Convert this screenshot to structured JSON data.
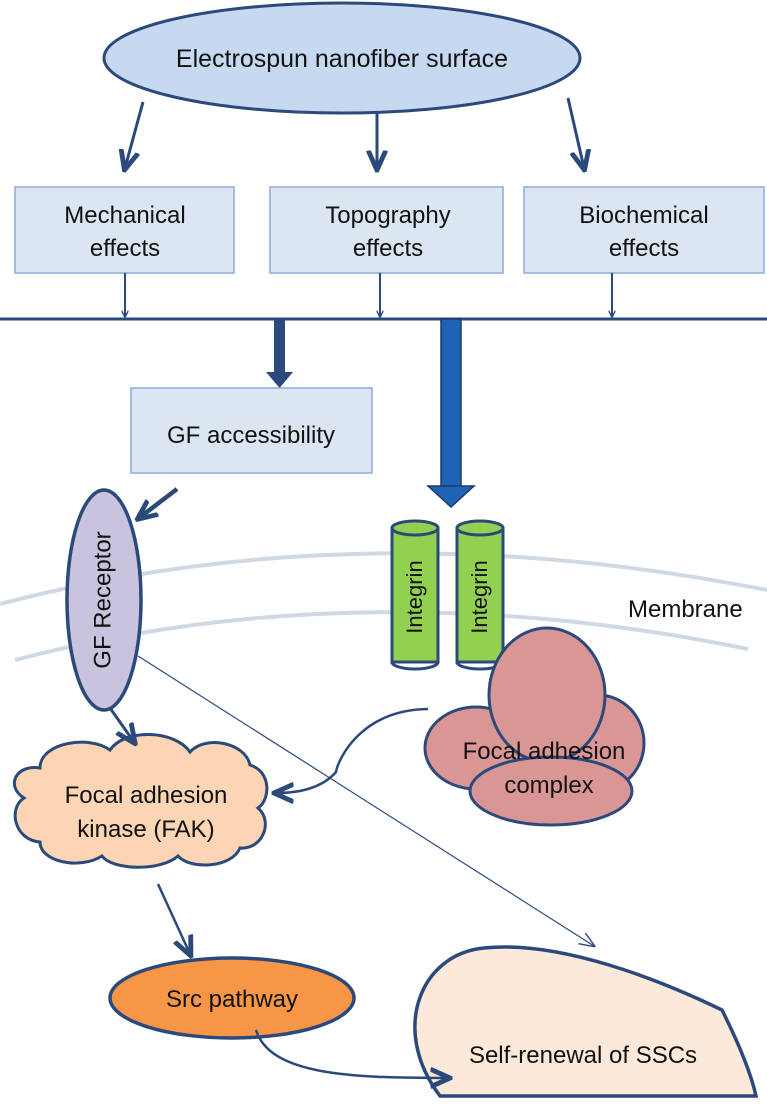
{
  "colors": {
    "arrow": "#2b4a7b",
    "top_ellipse_fill": "#c6d9f1",
    "effect_box_fill": "#dce6f2",
    "effect_box_stroke": "#8eaadb",
    "receptor_fill": "#c9c3dd",
    "integrin_fill": "#92d050",
    "fac_fill": "#d99694",
    "fak_fill": "#fcd5b5",
    "src_fill": "#f79646",
    "ssc_fill": "#fde9d9",
    "membrane": "#d0d8e4"
  },
  "nodes": {
    "source": "Electrospun nanofiber surface",
    "mechanical": [
      "Mechanical",
      "effects"
    ],
    "topography": [
      "Topography",
      "effects"
    ],
    "biochemical": [
      "Biochemical",
      "effects"
    ],
    "gf_accessibility": "GF accessibility",
    "gf_receptor": "GF Receptor",
    "integrin_1": "Integrin",
    "integrin_2": "Integrin",
    "membrane": "Membrane",
    "focal_adhesion_complex": [
      "Focal adhesion",
      "complex"
    ],
    "fak": [
      "Focal adhesion",
      "kinase (FAK)"
    ],
    "src": "Src pathway",
    "ssc": "Self-renewal of SSCs"
  }
}
